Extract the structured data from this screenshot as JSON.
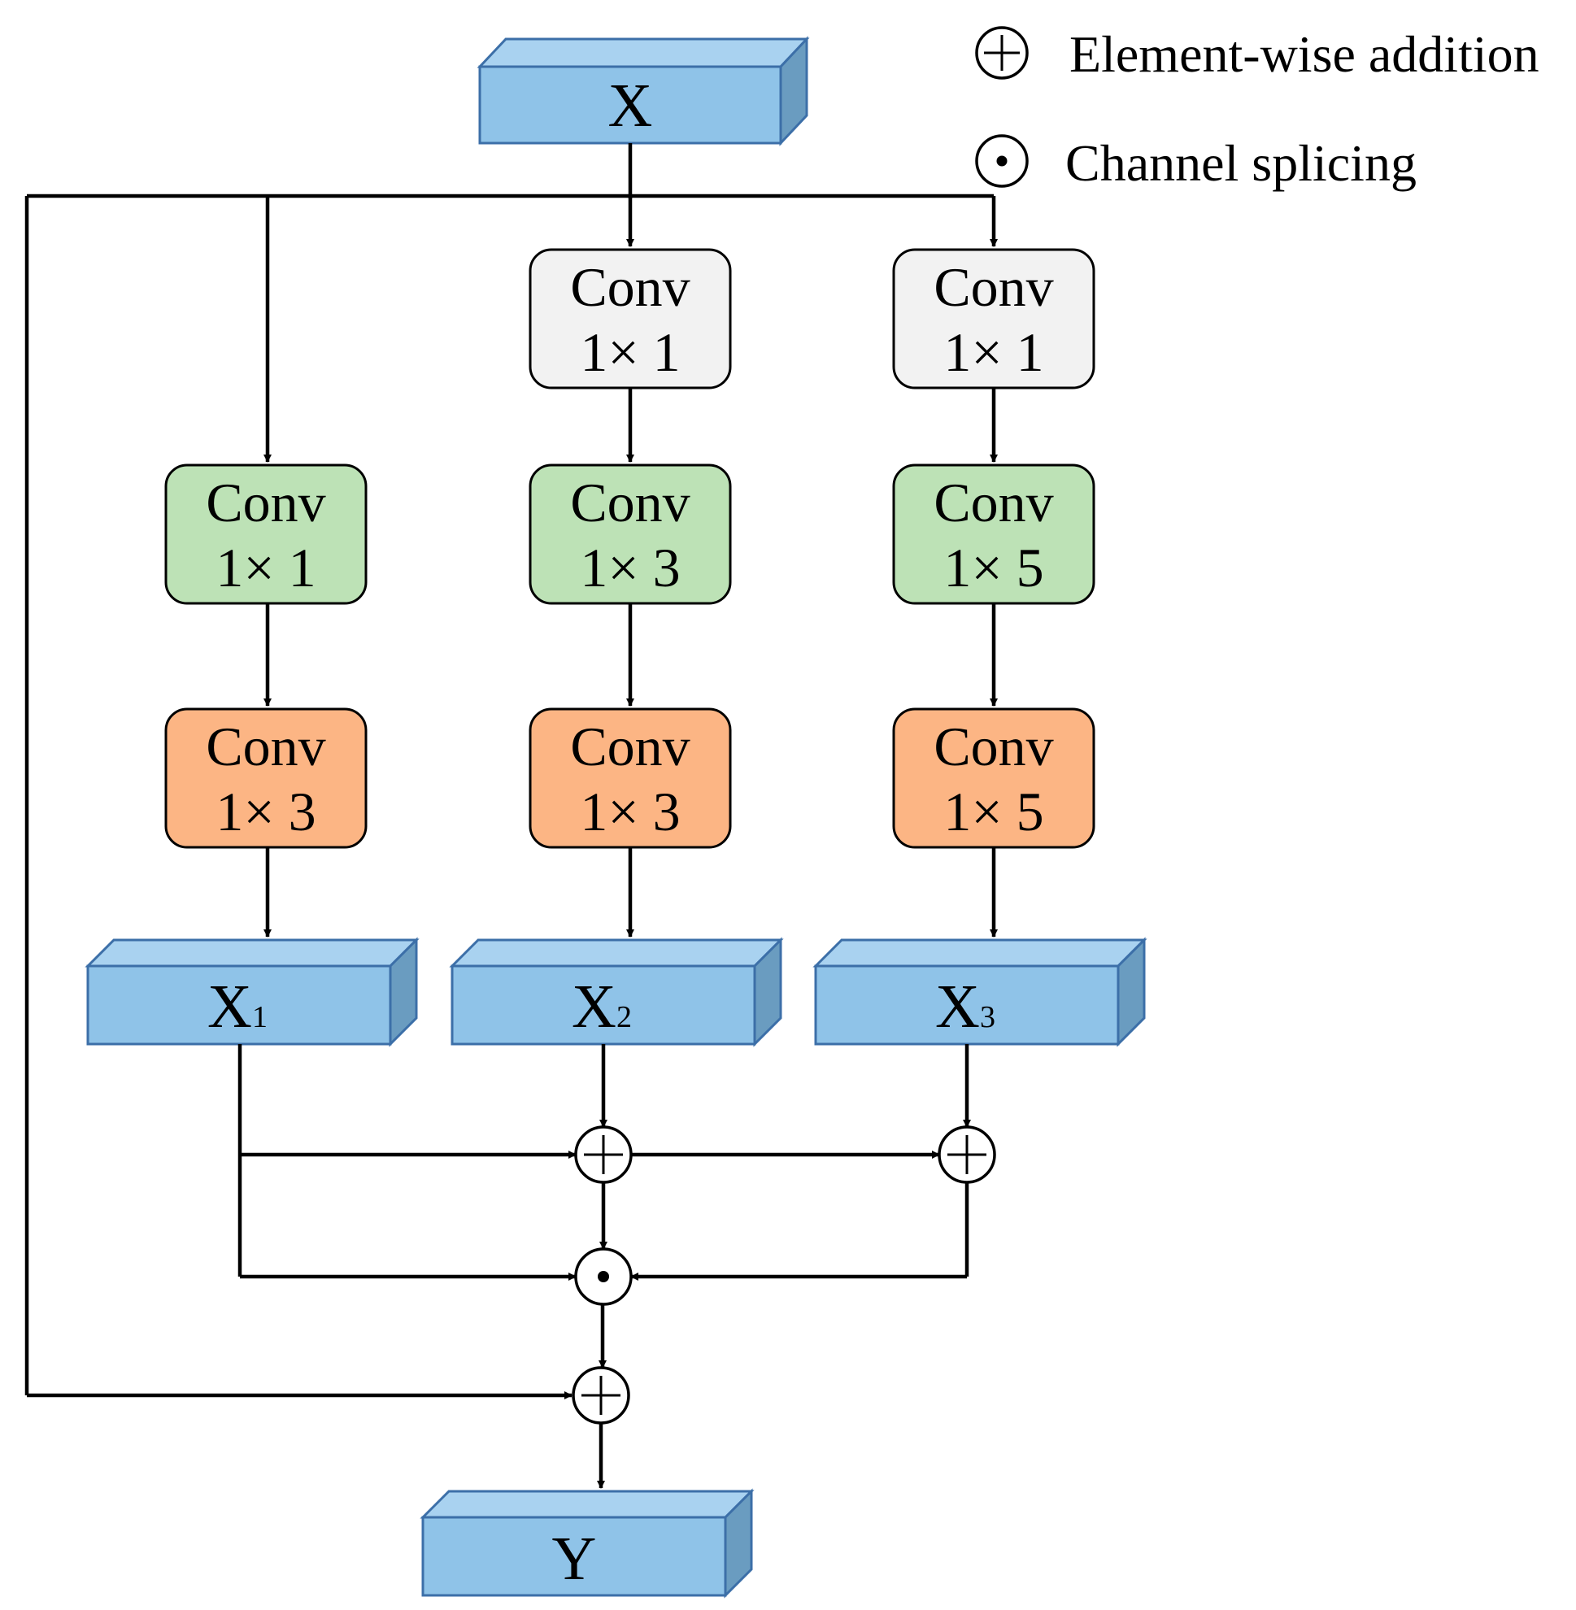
{
  "legend": {
    "addition_label": "Element-wise addition",
    "splicing_label": "Channel splicing"
  },
  "input": {
    "label": "X"
  },
  "output": {
    "label": "Y"
  },
  "branches": [
    {
      "id": "branch-1",
      "convs": [
        {
          "line1": "Conv",
          "line2": "1× 1",
          "color": "#bde2b6"
        },
        {
          "line1": "Conv",
          "line2": "1× 3",
          "color": "#fcb584"
        }
      ],
      "output": {
        "base": "X",
        "sub": "1"
      }
    },
    {
      "id": "branch-2",
      "convs": [
        {
          "line1": "Conv",
          "line2": "1× 1",
          "color": "#f2f2f2"
        },
        {
          "line1": "Conv",
          "line2": "1× 3",
          "color": "#bde2b6"
        },
        {
          "line1": "Conv",
          "line2": "1× 3",
          "color": "#fcb584"
        }
      ],
      "output": {
        "base": "X",
        "sub": "2"
      }
    },
    {
      "id": "branch-3",
      "convs": [
        {
          "line1": "Conv",
          "line2": "1× 1",
          "color": "#f2f2f2"
        },
        {
          "line1": "Conv",
          "line2": "1× 5",
          "color": "#bde2b6"
        },
        {
          "line1": "Conv",
          "line2": "1× 5",
          "color": "#fcb584"
        }
      ],
      "output": {
        "base": "X",
        "sub": "3"
      }
    }
  ],
  "colors": {
    "tensor_front": "#8fc3e8",
    "tensor_top": "#a9d2f0",
    "tensor_side": "#6a9cc0",
    "tensor_stroke": "#3c6fa8"
  }
}
